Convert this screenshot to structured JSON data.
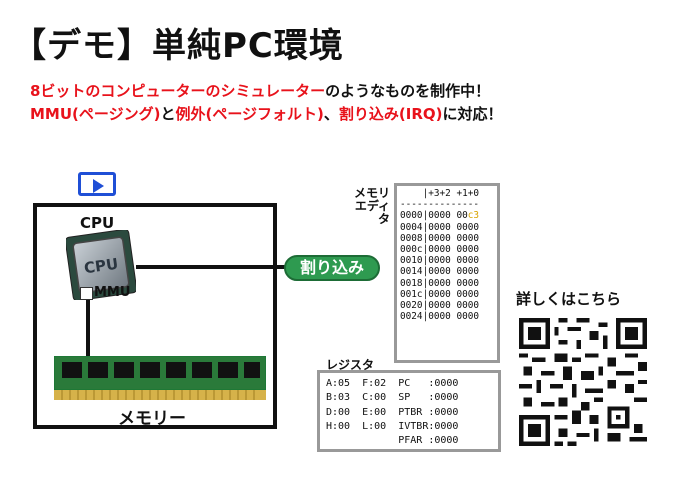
{
  "header": {
    "title": "【デモ】単純PC環境"
  },
  "description": {
    "line1": [
      {
        "text": "8ビットのコンピューターのシミュレーター",
        "color": "#e8121b"
      },
      {
        "text": "のようなものを制作中！",
        "color": "#111111"
      }
    ],
    "line2": [
      {
        "text": "MMU(ページング)",
        "color": "#e8121b"
      },
      {
        "text": "と",
        "color": "#111111"
      },
      {
        "text": "例外(ページフォルト)",
        "color": "#e8121b"
      },
      {
        "text": "、",
        "color": "#111111"
      },
      {
        "text": "割り込み(IRQ)",
        "color": "#e8121b"
      },
      {
        "text": "に対応！",
        "color": "#111111"
      }
    ]
  },
  "diagram": {
    "cpu_label": "CPU",
    "mmu_label": "MMU",
    "memory_label": "メモリー",
    "irq_button": "割り込み"
  },
  "memory_editor": {
    "label": "メモリ\nエディ\nタ",
    "header": "    |+3+2 +1+0",
    "separator": "--------------",
    "rows": [
      {
        "addr": "0000",
        "v1": "0000",
        "v2": "00",
        "v3": "c3"
      },
      {
        "addr": "0004",
        "v1": "0000",
        "v2": "0000",
        "v3": ""
      },
      {
        "addr": "0008",
        "v1": "0000",
        "v2": "0000",
        "v3": ""
      },
      {
        "addr": "000c",
        "v1": "0000",
        "v2": "0000",
        "v3": ""
      },
      {
        "addr": "0010",
        "v1": "0000",
        "v2": "0000",
        "v3": ""
      },
      {
        "addr": "0014",
        "v1": "0000",
        "v2": "0000",
        "v3": ""
      },
      {
        "addr": "0018",
        "v1": "0000",
        "v2": "0000",
        "v3": ""
      },
      {
        "addr": "001c",
        "v1": "0000",
        "v2": "0000",
        "v3": ""
      },
      {
        "addr": "0020",
        "v1": "0000",
        "v2": "0000",
        "v3": ""
      },
      {
        "addr": "0024",
        "v1": "0000",
        "v2": "0000",
        "v3": ""
      }
    ]
  },
  "registers": {
    "label": "レジスタ",
    "rows": [
      "A:05  F:02  PC   :0000",
      "B:03  C:00  SP   :0000",
      "D:00  E:00  PTBR :0000",
      "H:00  L:00  IVTBR:0000",
      "            PFAR :0000"
    ]
  },
  "qr": {
    "label": "詳しくはこちら"
  },
  "colors": {
    "accent_red": "#e8121b",
    "play_blue": "#1f4fd6",
    "irq_green": "#2e9a50",
    "highlight": "#d8a400"
  }
}
